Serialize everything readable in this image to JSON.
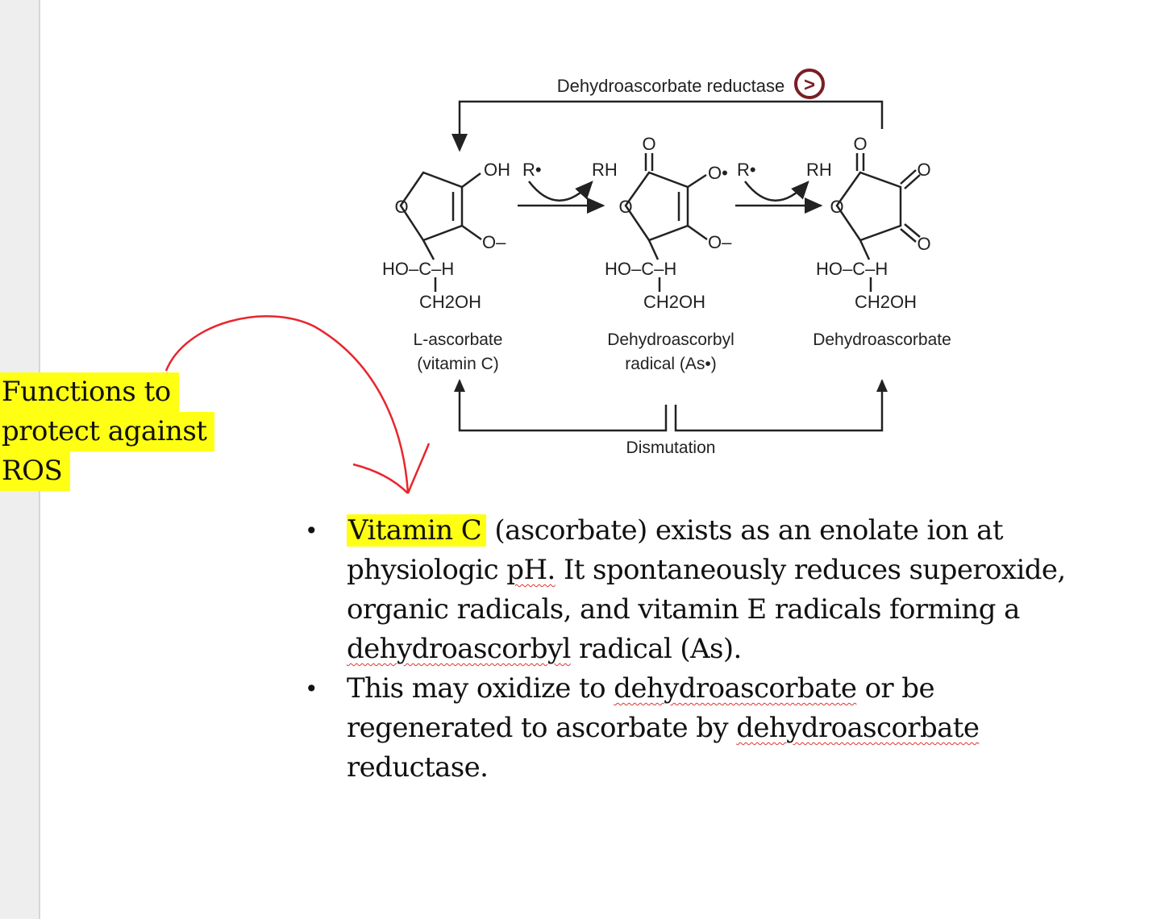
{
  "diagram": {
    "enzyme_label": "Dehydroascorbate reductase",
    "enzyme_badge": ">",
    "dismutation_label": "Dismutation",
    "reagents": {
      "reactant": "R•",
      "product": "RH"
    },
    "molecules": [
      {
        "name_line1": "L-ascorbate",
        "name_line2": "(vitamin C)",
        "group_top": "OH",
        "group_bottom": "O–"
      },
      {
        "name_line1": "Dehydroascorbyl",
        "name_line2": "radical (As•)",
        "group_top": "O•",
        "group_bottom": "O–"
      },
      {
        "name_line1": "Dehydroascorbate",
        "name_line2": ""
      }
    ],
    "atoms": {
      "ring_oxygen": "O",
      "carbonyl_oxygen": "O",
      "side_chain": "HO–C–H",
      "terminal": "CH2OH"
    }
  },
  "note": {
    "lines": [
      "Functions to",
      "protect against",
      "ROS"
    ],
    "highlight_color": "#ffff14",
    "arrow_color": "#e8262e"
  },
  "content": {
    "bullet1": {
      "highlight": "Vitamin C",
      "p1": " (ascorbate) exists as an enolate ion at physiologic ",
      "ph": "pH.",
      "p2": "  It spontaneously reduces superoxide, organic radicals, and vitamin E radicals forming a ",
      "sq1": "dehydroascorbyl",
      "p3": " radical (As)."
    },
    "bullet2": {
      "p1": "This may oxidize to ",
      "sq1": "dehydroascorbate",
      "p2": " or be regenerated to ascorbate by ",
      "sq2": "dehydroascorbate",
      "p3": " reductase."
    }
  }
}
